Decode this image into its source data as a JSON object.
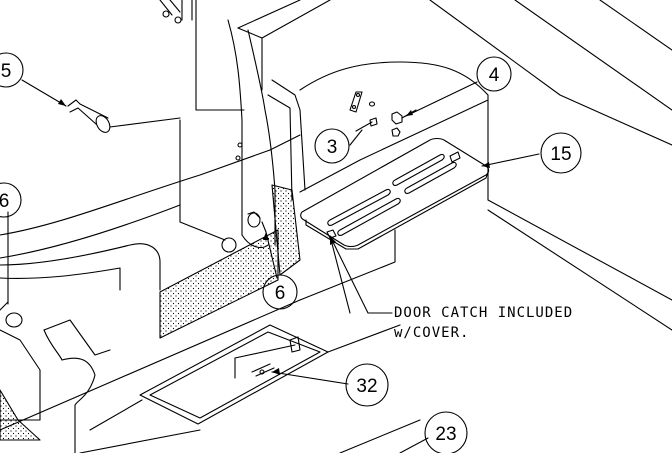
{
  "callouts": {
    "c5": "5",
    "c4": "4",
    "c3": "3",
    "c15": "15",
    "c6_left": "6",
    "c6_mid": "6",
    "c32": "32",
    "c23": "23"
  },
  "note": {
    "line1": "DOOR CATCH INCLUDED",
    "line2": "w/COVER."
  }
}
